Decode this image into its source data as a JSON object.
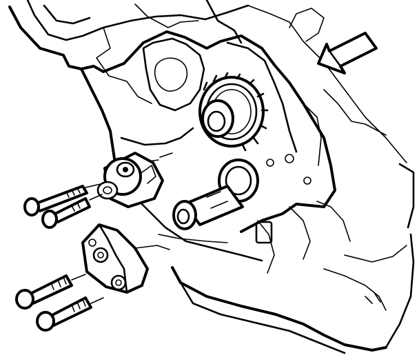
{
  "diagram": {
    "type": "engine-exploded-view",
    "caption": "",
    "components": [
      "engine-block-front",
      "front-cover-housing",
      "camshaft-sprocket",
      "balance-shaft-sprocket",
      "idler-pulley",
      "idler-pulley-bolt-1",
      "idler-pulley-bolt-2",
      "bracket",
      "bracket-bolt-1",
      "bracket-bolt-2",
      "oil-pan",
      "direction-arrow-icon"
    ],
    "colors": {
      "ink": "#000000",
      "paper": "#ffffff"
    }
  }
}
